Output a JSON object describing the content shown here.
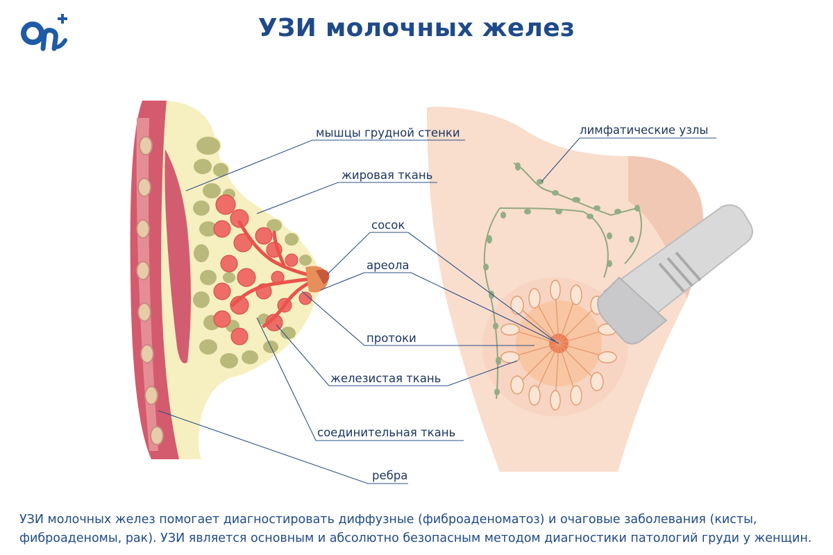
{
  "header": {
    "title": "УЗИ молочных желез",
    "logo_icon": "o-plus-logo-icon"
  },
  "labels": {
    "chest_muscles": "мышцы грудной стенки",
    "fat_tissue": "жировая ткань",
    "nipple": "сосок",
    "areola": "ареола",
    "ducts": "протоки",
    "glandular_tissue": "железистая ткань",
    "connective_tissue": "соединительная ткань",
    "ribs": "ребра",
    "lymph_nodes": "лимфатические узлы"
  },
  "caption": {
    "text": "УЗИ молочных желез помогает диагностировать диффузные (фиброаденоматоз) и очаговые заболевания (кисты, фиброаденомы, рак). УЗИ является основным и абсолютно безопасным методом диагностики патологий груди у женщин."
  },
  "colors": {
    "brand": "#1f4a8a",
    "leader": "#2a4f86",
    "skin": "#f7d9c8",
    "muscle": "#d45a6d",
    "fat": "#b9b97c",
    "gland": "#ee6d66",
    "lymph": "#93ad85",
    "probe": "#d9d9da"
  }
}
